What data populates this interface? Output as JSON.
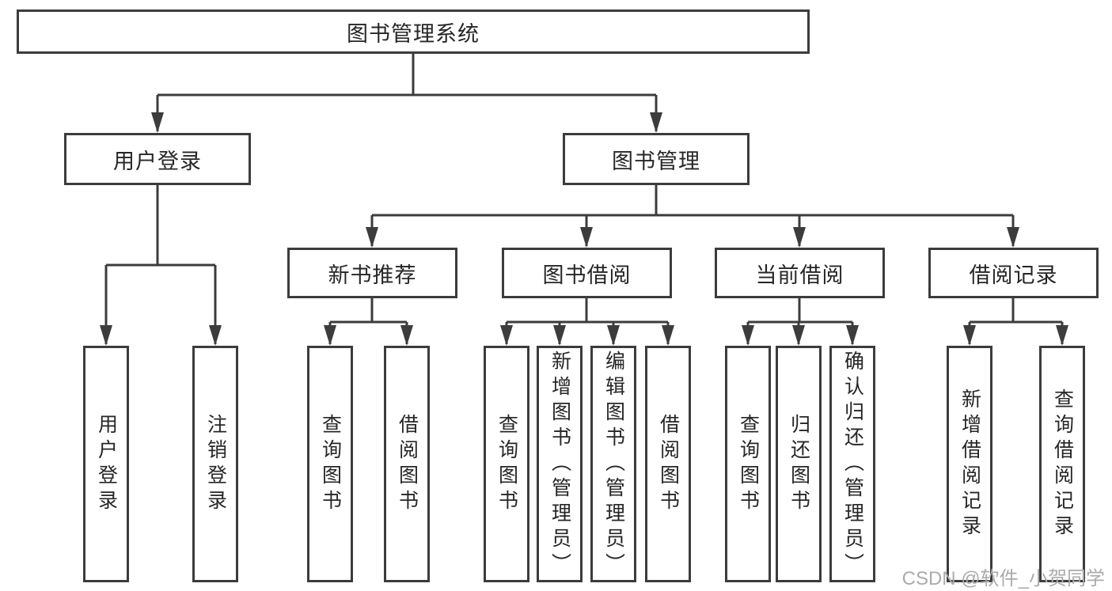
{
  "tree": {
    "label": "图书管理系统",
    "children": [
      {
        "label": "用户登录",
        "children": [
          {
            "label": "用户登录"
          },
          {
            "label": "注销登录"
          }
        ]
      },
      {
        "label": "图书管理",
        "children": [
          {
            "label": "新书推荐",
            "children": [
              {
                "label": "查询图书"
              },
              {
                "label": "借阅图书"
              }
            ]
          },
          {
            "label": "图书借阅",
            "children": [
              {
                "label": "查询图书"
              },
              {
                "label": "新增图书（管理员）"
              },
              {
                "label": "编辑图书（管理员）"
              },
              {
                "label": "借阅图书"
              }
            ]
          },
          {
            "label": "当前借阅",
            "children": [
              {
                "label": "查询图书"
              },
              {
                "label": "归还图书"
              },
              {
                "label": "确认归还（管理员）"
              }
            ]
          },
          {
            "label": "借阅记录",
            "children": [
              {
                "label": "新增借阅记录"
              },
              {
                "label": "查询借阅记录"
              }
            ]
          }
        ]
      }
    ]
  },
  "watermark": {
    "text": "CSDN @软件_小贺同学"
  },
  "colors": {
    "line": "#3c3c3c",
    "text": "#262626",
    "watermark": "#ababab"
  }
}
